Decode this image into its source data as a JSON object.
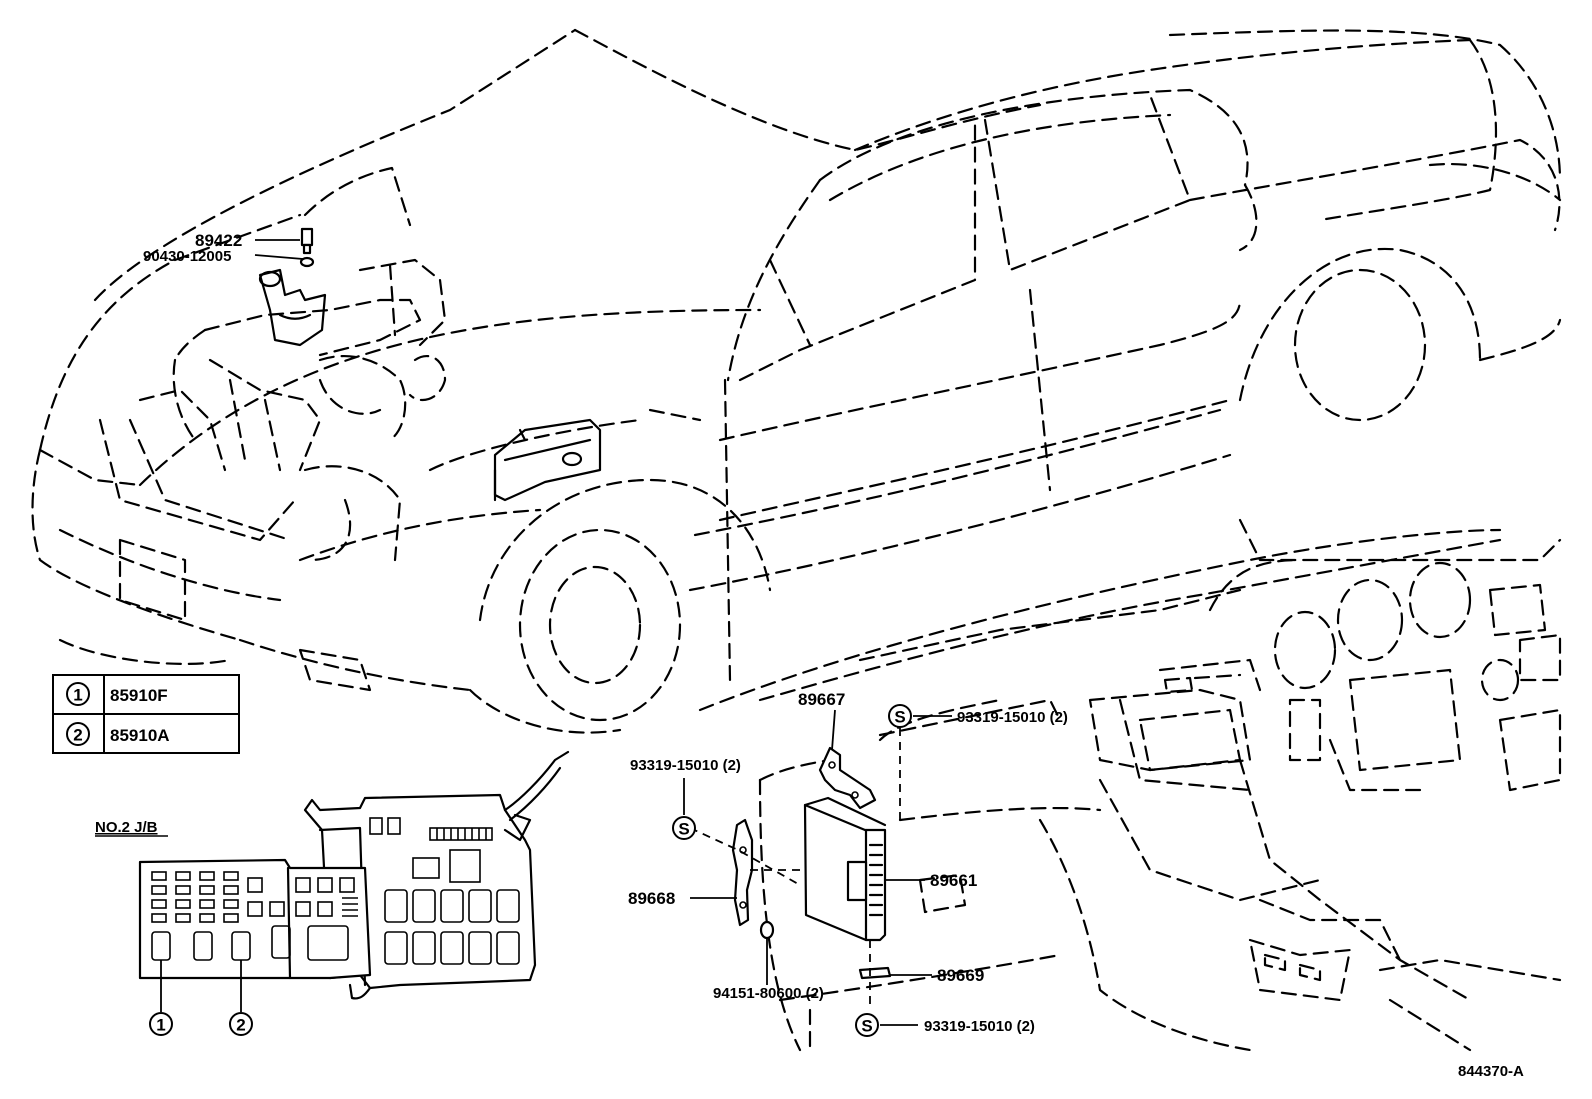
{
  "callouts": {
    "p89422": "89422",
    "p90430": "90430-12005",
    "p89667": "89667",
    "p93319_a": "93319-15010 (2)",
    "p93319_b": "93319-15010 (2)",
    "p93319_c": "93319-15010 (2)",
    "p89661": "89661",
    "p89668": "89668",
    "p89669": "89669",
    "p94151": "94151-80600 (2)"
  },
  "symbols": {
    "screw_mark": "S"
  },
  "legend": {
    "rows": [
      {
        "num": "1",
        "part": "85910F"
      },
      {
        "num": "2",
        "part": "85910A"
      }
    ]
  },
  "junction_block": {
    "label": "NO.2 J/B",
    "marker1": "1",
    "marker2": "2"
  },
  "drawing_number": "844370-A"
}
